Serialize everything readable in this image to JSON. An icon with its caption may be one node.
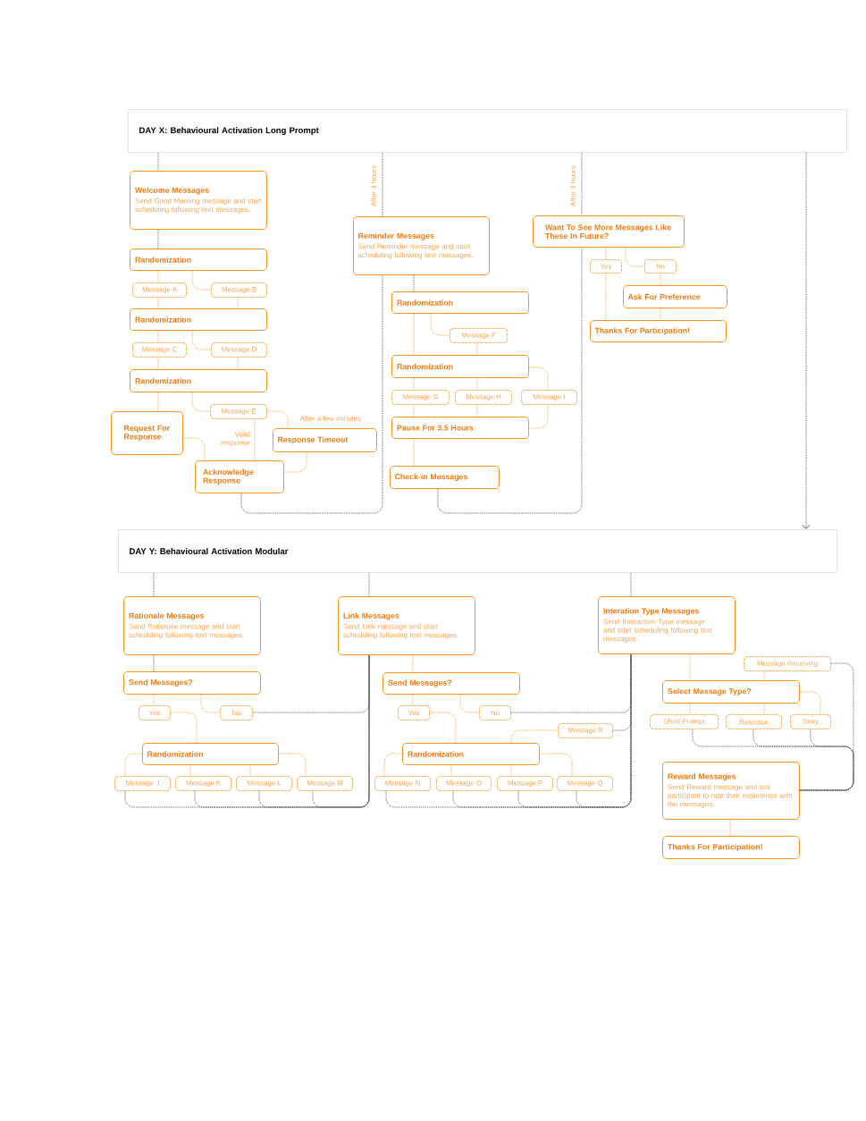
{
  "diagram": {
    "nodes": [
      {
        "text": [
          "DAY X: Behavioural Activation Long Prompt"
        ]
      },
      {
        "text": [
          "Welcome Messages",
          "Send Good Morning message and start scheduling following text messages."
        ]
      },
      {
        "text": [
          "Randomization"
        ]
      },
      {
        "text": [
          "Message A"
        ]
      },
      {
        "text": [
          "Message B"
        ]
      },
      {
        "text": [
          "Randomization"
        ]
      },
      {
        "text": [
          "Message C"
        ]
      },
      {
        "text": [
          "Message D"
        ]
      },
      {
        "text": [
          "Randomization"
        ]
      },
      {
        "text": [
          "Message E"
        ]
      },
      {
        "text": [
          "Request For Response"
        ]
      },
      {
        "text": [
          "Response Timeout"
        ]
      },
      {
        "text": [
          "Acknowledge Response"
        ]
      },
      {
        "text": [
          "Reminder Messages",
          "Send Reminder message and start scheduling following text messages."
        ]
      },
      {
        "text": [
          "Randomization"
        ]
      },
      {
        "text": [
          "Message F"
        ]
      },
      {
        "text": [
          "Randomization"
        ]
      },
      {
        "text": [
          "Message G"
        ]
      },
      {
        "text": [
          "Message H"
        ]
      },
      {
        "text": [
          "Message I"
        ]
      },
      {
        "text": [
          "Pause For 3.5 Hours"
        ]
      },
      {
        "text": [
          "Check-in Messages"
        ]
      },
      {
        "text": [
          "Want To See More Messages Like These In Future?"
        ]
      },
      {
        "text": [
          "Yes"
        ]
      },
      {
        "text": [
          "No"
        ]
      },
      {
        "text": [
          "Ask For Preference"
        ]
      },
      {
        "text": [
          "Thanks For Participation!"
        ]
      },
      {
        "text": [
          "DAY Y: Behavioural Activation Modular"
        ]
      },
      {
        "text": [
          "Rationale Messages",
          "Send Rationale message and start scheduling following text messages."
        ]
      },
      {
        "text": [
          "Send Messages?"
        ]
      },
      {
        "text": [
          "Yes"
        ]
      },
      {
        "text": [
          "No"
        ]
      },
      {
        "text": [
          "Randomization"
        ]
      },
      {
        "text": [
          "Message J"
        ]
      },
      {
        "text": [
          "Message K"
        ]
      },
      {
        "text": [
          "Message L"
        ]
      },
      {
        "text": [
          "Message M"
        ]
      },
      {
        "text": [
          "Link Messages",
          "Send Link message and start scheduling following text messages."
        ]
      },
      {
        "text": [
          "Send Messages?"
        ]
      },
      {
        "text": [
          "Yes"
        ]
      },
      {
        "text": [
          "No"
        ]
      },
      {
        "text": [
          "Message R"
        ]
      },
      {
        "text": [
          "Randomization"
        ]
      },
      {
        "text": [
          "Message N"
        ]
      },
      {
        "text": [
          "Message O"
        ]
      },
      {
        "text": [
          "Message P"
        ]
      },
      {
        "text": [
          "Message Q"
        ]
      },
      {
        "text": [
          "Interation Type Messages",
          "Send Interaction Type message and start scheduling following text messages."
        ]
      },
      {
        "text": [
          "Message Receiving"
        ]
      },
      {
        "text": [
          "Select Message Type?"
        ]
      },
      {
        "text": [
          "Short Prompt"
        ]
      },
      {
        "text": [
          "Relection"
        ]
      },
      {
        "text": [
          "Story"
        ]
      },
      {
        "text": [
          "Reward Messages",
          "Send Reward message and ask participant to rate their experience with the messages."
        ]
      },
      {
        "text": [
          "Thanks For Participation!"
        ]
      }
    ],
    "edges": [
      {
        "from": 0,
        "to": 1,
        "arrow": "none",
        "color": "#444444"
      },
      {
        "from": 1,
        "to": 2,
        "arrow": "none",
        "color": "#444444"
      },
      {
        "from": 2,
        "to": 3,
        "arrow": "none"
      },
      {
        "from": 2,
        "to": 4,
        "arrow": "none"
      },
      {
        "from": 3,
        "to": 5,
        "arrow": "none"
      },
      {
        "from": 4,
        "to": 5,
        "arrow": "none"
      },
      {
        "from": 5,
        "to": 6,
        "arrow": "none"
      },
      {
        "from": 5,
        "to": 7,
        "arrow": "none"
      },
      {
        "from": 6,
        "to": 8,
        "arrow": "none"
      },
      {
        "from": 7,
        "to": 8,
        "arrow": "none"
      },
      {
        "from": 8,
        "to": 10,
        "arrow": "none"
      },
      {
        "from": 8,
        "to": 9,
        "arrow": "none"
      },
      {
        "from": 9,
        "to": 12,
        "arrow": "none",
        "label": "Valid response"
      },
      {
        "from": 10,
        "to": 12,
        "arrow": "none"
      },
      {
        "from": 9,
        "to": 11,
        "arrow": "none",
        "label": "After a few minutes"
      },
      {
        "from": 11,
        "to": 12,
        "arrow": "none"
      },
      {
        "from": 0,
        "to": 13,
        "arrow": "none",
        "color": "#444444",
        "label": "After 4 hours"
      },
      {
        "from": 12,
        "to": 13,
        "arrow": "none",
        "color": "#444444"
      },
      {
        "from": 13,
        "to": 14,
        "arrow": "none",
        "color": "#444444"
      },
      {
        "from": 14,
        "to": 15,
        "arrow": "none"
      },
      {
        "from": 14,
        "to": 16,
        "arrow": "none"
      },
      {
        "from": 15,
        "to": 16,
        "arrow": "none"
      },
      {
        "from": 16,
        "to": 17,
        "arrow": "none"
      },
      {
        "from": 16,
        "to": 18,
        "arrow": "none"
      },
      {
        "from": 16,
        "to": 19,
        "arrow": "none"
      },
      {
        "from": 17,
        "to": 20,
        "arrow": "none"
      },
      {
        "from": 18,
        "to": 20,
        "arrow": "none"
      },
      {
        "from": 19,
        "to": 20,
        "arrow": "none"
      },
      {
        "from": 20,
        "to": 21,
        "arrow": "none"
      },
      {
        "from": 0,
        "to": 22,
        "arrow": "none",
        "color": "#444444",
        "label": "After 9 hours"
      },
      {
        "from": 21,
        "to": 22,
        "arrow": "none",
        "color": "#444444"
      },
      {
        "from": 22,
        "to": 23,
        "arrow": "none"
      },
      {
        "from": 22,
        "to": 24,
        "arrow": "none"
      },
      {
        "from": 24,
        "to": 25,
        "arrow": "none"
      },
      {
        "from": 23,
        "to": 26,
        "arrow": "none"
      },
      {
        "from": 25,
        "to": 26,
        "arrow": "none"
      },
      {
        "from": 0,
        "to": 27,
        "arrow": "to",
        "color": "#444444"
      },
      {
        "from": 27,
        "to": 28,
        "arrow": "none",
        "color": "#444444"
      },
      {
        "from": 28,
        "to": 29,
        "arrow": "none",
        "color": "#444444"
      },
      {
        "from": 29,
        "to": 30,
        "arrow": "none"
      },
      {
        "from": 29,
        "to": 31,
        "arrow": "none"
      },
      {
        "from": 30,
        "to": 32,
        "arrow": "none"
      },
      {
        "from": 32,
        "to": 33,
        "arrow": "none"
      },
      {
        "from": 32,
        "to": 34,
        "arrow": "none"
      },
      {
        "from": 32,
        "to": 35,
        "arrow": "none"
      },
      {
        "from": 32,
        "to": 36,
        "arrow": "none"
      },
      {
        "from": 31,
        "to": 37,
        "arrow": "none",
        "color": "#444444"
      },
      {
        "from": 33,
        "to": 37,
        "arrow": "none",
        "color": "#444444"
      },
      {
        "from": 34,
        "to": 37,
        "arrow": "none",
        "color": "#444444"
      },
      {
        "from": 35,
        "to": 37,
        "arrow": "none",
        "color": "#444444"
      },
      {
        "from": 36,
        "to": 37,
        "arrow": "none",
        "color": "#444444"
      },
      {
        "from": 27,
        "to": 37,
        "arrow": "none",
        "color": "#444444"
      },
      {
        "from": 37,
        "to": 38,
        "arrow": "none"
      },
      {
        "from": 38,
        "to": 39,
        "arrow": "none"
      },
      {
        "from": 38,
        "to": 40,
        "arrow": "none"
      },
      {
        "from": 39,
        "to": 42,
        "arrow": "none"
      },
      {
        "from": 42,
        "to": 41,
        "arrow": "none"
      },
      {
        "from": 42,
        "to": 43,
        "arrow": "none"
      },
      {
        "from": 42,
        "to": 44,
        "arrow": "none"
      },
      {
        "from": 42,
        "to": 45,
        "arrow": "none"
      },
      {
        "from": 42,
        "to": 46,
        "arrow": "none"
      },
      {
        "from": 40,
        "to": 47,
        "arrow": "none",
        "color": "#444444"
      },
      {
        "from": 41,
        "to": 47,
        "arrow": "none",
        "color": "#444444"
      },
      {
        "from": 43,
        "to": 47,
        "arrow": "none",
        "color": "#444444"
      },
      {
        "from": 44,
        "to": 47,
        "arrow": "none",
        "color": "#444444"
      },
      {
        "from": 45,
        "to": 47,
        "arrow": "none",
        "color": "#444444"
      },
      {
        "from": 46,
        "to": 47,
        "arrow": "none",
        "color": "#444444"
      },
      {
        "from": 27,
        "to": 47,
        "arrow": "none",
        "color": "#444444"
      },
      {
        "from": 47,
        "to": 49,
        "arrow": "none"
      },
      {
        "from": 48,
        "to": 49,
        "arrow": "none"
      },
      {
        "from": 49,
        "to": 50,
        "arrow": "none"
      },
      {
        "from": 49,
        "to": 51,
        "arrow": "none"
      },
      {
        "from": 49,
        "to": 52,
        "arrow": "none"
      },
      {
        "from": 50,
        "to": 53,
        "arrow": "none",
        "color": "#444444"
      },
      {
        "from": 51,
        "to": 53,
        "arrow": "none",
        "color": "#444444"
      },
      {
        "from": 52,
        "to": 53,
        "arrow": "none",
        "color": "#444444"
      },
      {
        "from": 48,
        "to": 53,
        "arrow": "none",
        "color": "#444444"
      },
      {
        "from": 53,
        "to": 54,
        "arrow": "none"
      }
    ]
  }
}
